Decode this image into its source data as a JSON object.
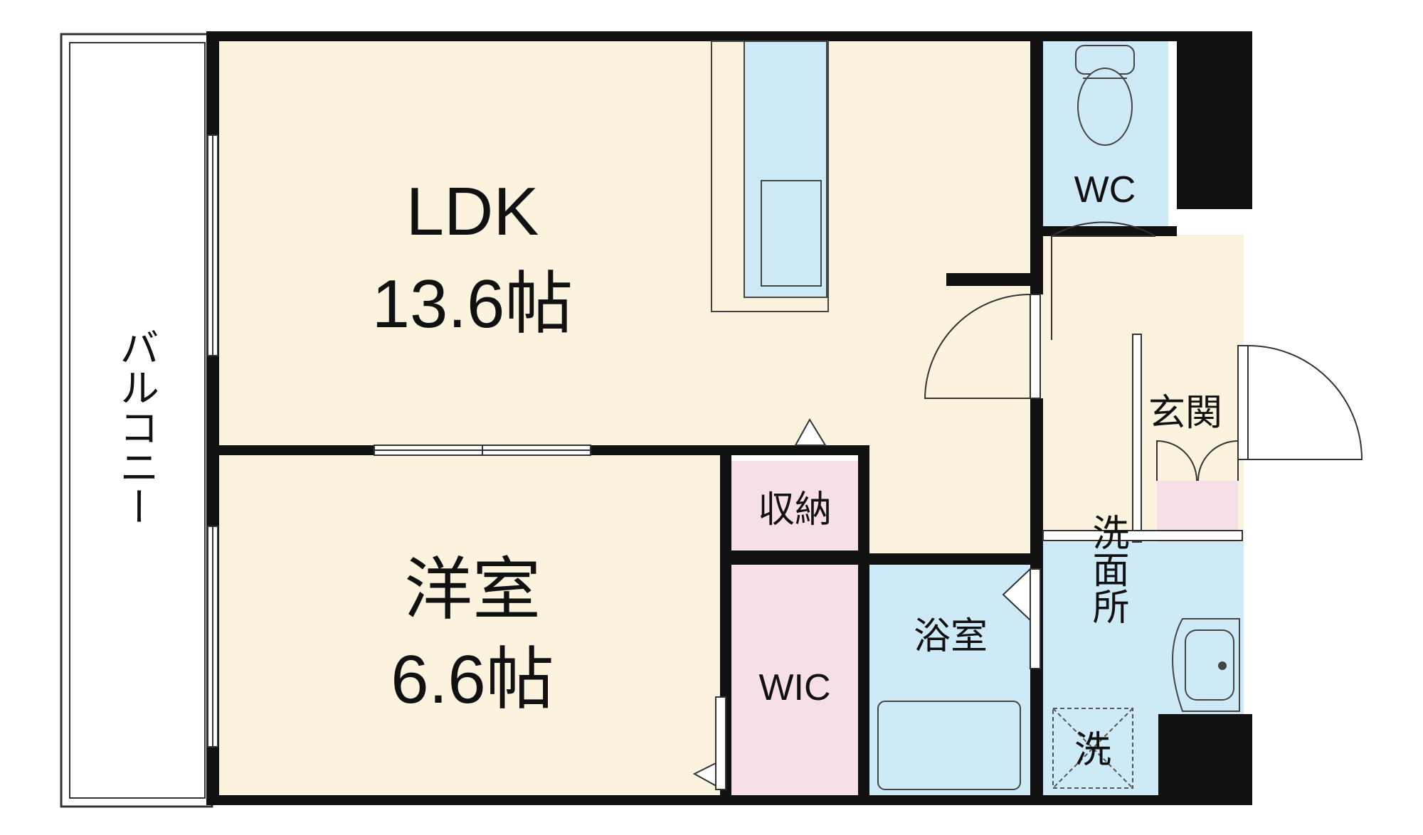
{
  "rooms": {
    "ldk": {
      "name": "LDK",
      "size": "13.6帖"
    },
    "western": {
      "name": "洋室",
      "size": "6.6帖"
    },
    "wc": {
      "name": "WC"
    },
    "entrance": {
      "name": "玄関"
    },
    "storage": {
      "name": "収納"
    },
    "wic": {
      "name": "WIC"
    },
    "bath": {
      "name": "浴室"
    },
    "washroom": {
      "name": "洗面所"
    },
    "washer": {
      "name": "洗"
    },
    "balcony": {
      "name": "バルコニー"
    }
  },
  "colors": {
    "wall": "#111111",
    "living": "#fbf3de",
    "wet": "#cfeaf7",
    "storage": "#f7dfe8",
    "balcony": "#ffffff"
  }
}
